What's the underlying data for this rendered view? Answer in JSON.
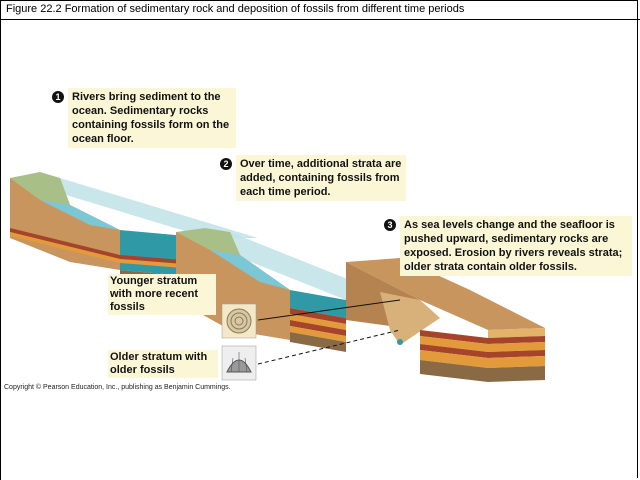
{
  "title": "Figure 22.2  Formation of sedimentary rock and deposition of fossils from different time periods",
  "steps": [
    {
      "number": "1",
      "text": "Rivers bring sediment to the ocean. Sedimentary rocks containing fossils form on the ocean floor."
    },
    {
      "number": "2",
      "text": "Over time, additional strata are added, containing fossils from each time period."
    },
    {
      "number": "3",
      "text": "As sea levels change and the seafloor is pushed upward, sedimentary rocks are exposed. Erosion by rivers reveals strata; older strata contain older fossils."
    }
  ],
  "labels": {
    "younger": "Younger stratum with more recent fossils",
    "older": "Older stratum with older fossils"
  },
  "icons": {
    "younger_fossil": "ammonite-shell-icon",
    "older_fossil": "clam-shell-fossil-icon"
  },
  "copyright": "Copyright © Pearson Education, Inc., publishing as Benjamin Cummings.",
  "colors": {
    "callout_bg": "#fbf7d6",
    "ocean": "#2f9aa6",
    "rock": "#c8955f",
    "stratum_red": "#a5442a",
    "stratum_orange": "#e39a3a"
  }
}
